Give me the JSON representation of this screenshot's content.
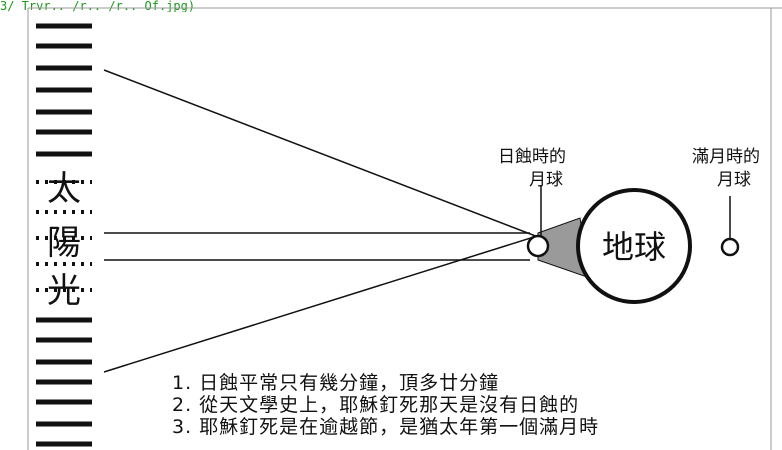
{
  "header_fragment": "3/ Trvr.. /r.. /r.. Of.jpg)",
  "sun": {
    "chars": [
      "太",
      "陽",
      "光"
    ]
  },
  "earth_label": "地球",
  "eclipse_moon_label": [
    "日蝕時的",
    "月球"
  ],
  "full_moon_label": [
    "滿月時的",
    "月球"
  ],
  "notes": [
    "1. 日蝕平常只有幾分鐘，頂多廿分鐘",
    "2. 從天文學史上，耶穌釘死那天是沒有日蝕的",
    "3. 耶穌釘死是在逾越節，是猶太年第一個滿月時"
  ],
  "colors": {
    "ink": "#111111",
    "umbra": "#9a9a9a",
    "header": "#1a9a1a"
  }
}
